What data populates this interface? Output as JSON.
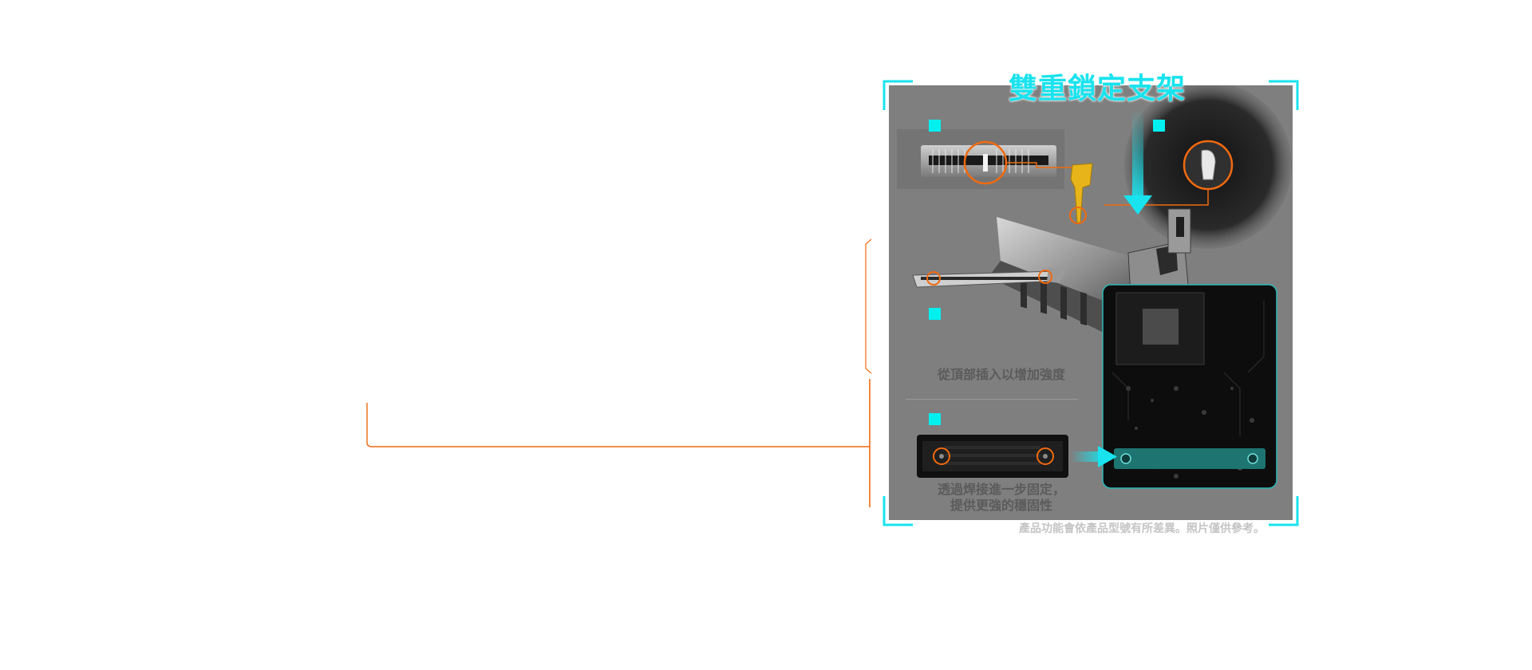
{
  "title": "雙重鎖定支架",
  "captions": {
    "top_insert": "從頂部插入以增加強度",
    "weld_line1": "透過焊接進一步固定，",
    "weld_line2": "提供更強的穩固性"
  },
  "disclaimer": "產品功能會依產品型號有所差異。照片僅供參考。",
  "icons": {
    "bullet": "cyan-square-bullet-icon",
    "arrow": "down-arrow-icon",
    "right_arrow": "right-arrow-icon",
    "callout": "orange-circle-callout-icon"
  },
  "colors": {
    "accent_cyan": "#19e3ee",
    "accent_orange": "#f06a10",
    "panel_gray": "#7f7f7f",
    "caption_gray": "#5b5b5b",
    "disclaimer_gray": "#c4c4c4"
  }
}
